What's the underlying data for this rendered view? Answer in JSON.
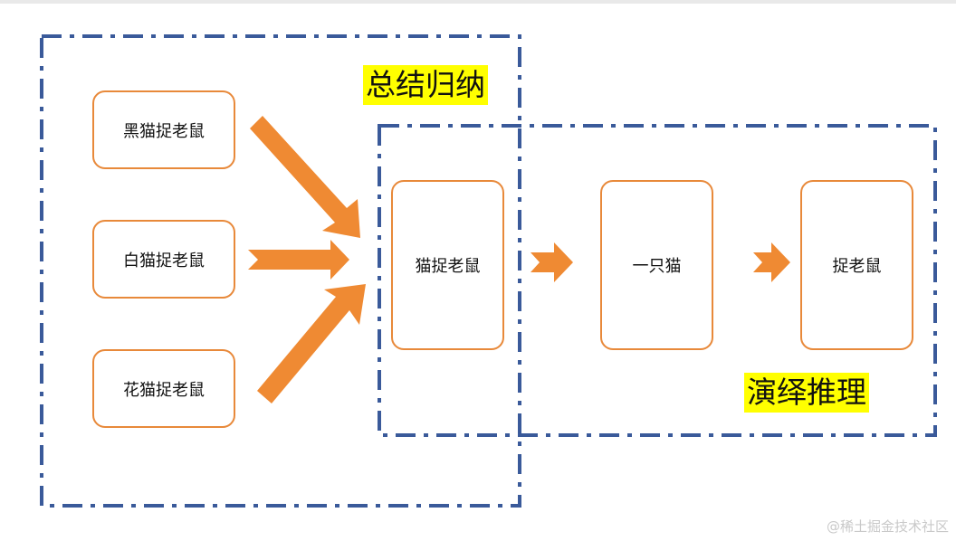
{
  "diagram": {
    "colors": {
      "frame": "#3a5a9a",
      "arrow": "#ef8a33",
      "node_border": "#e8893a",
      "highlight": "#ffff00"
    },
    "inputs": [
      {
        "label": "黑猫捉老鼠"
      },
      {
        "label": "白猫捉老鼠"
      },
      {
        "label": "花猫捉老鼠"
      }
    ],
    "conclusion": {
      "label": "猫捉老鼠"
    },
    "premise": {
      "label": "一只猫"
    },
    "result": {
      "label": "捉老鼠"
    },
    "regions": {
      "induction": {
        "label": "总结归纳"
      },
      "deduction": {
        "label": "演绎推理"
      }
    }
  },
  "watermark": "@稀土掘金技术社区"
}
